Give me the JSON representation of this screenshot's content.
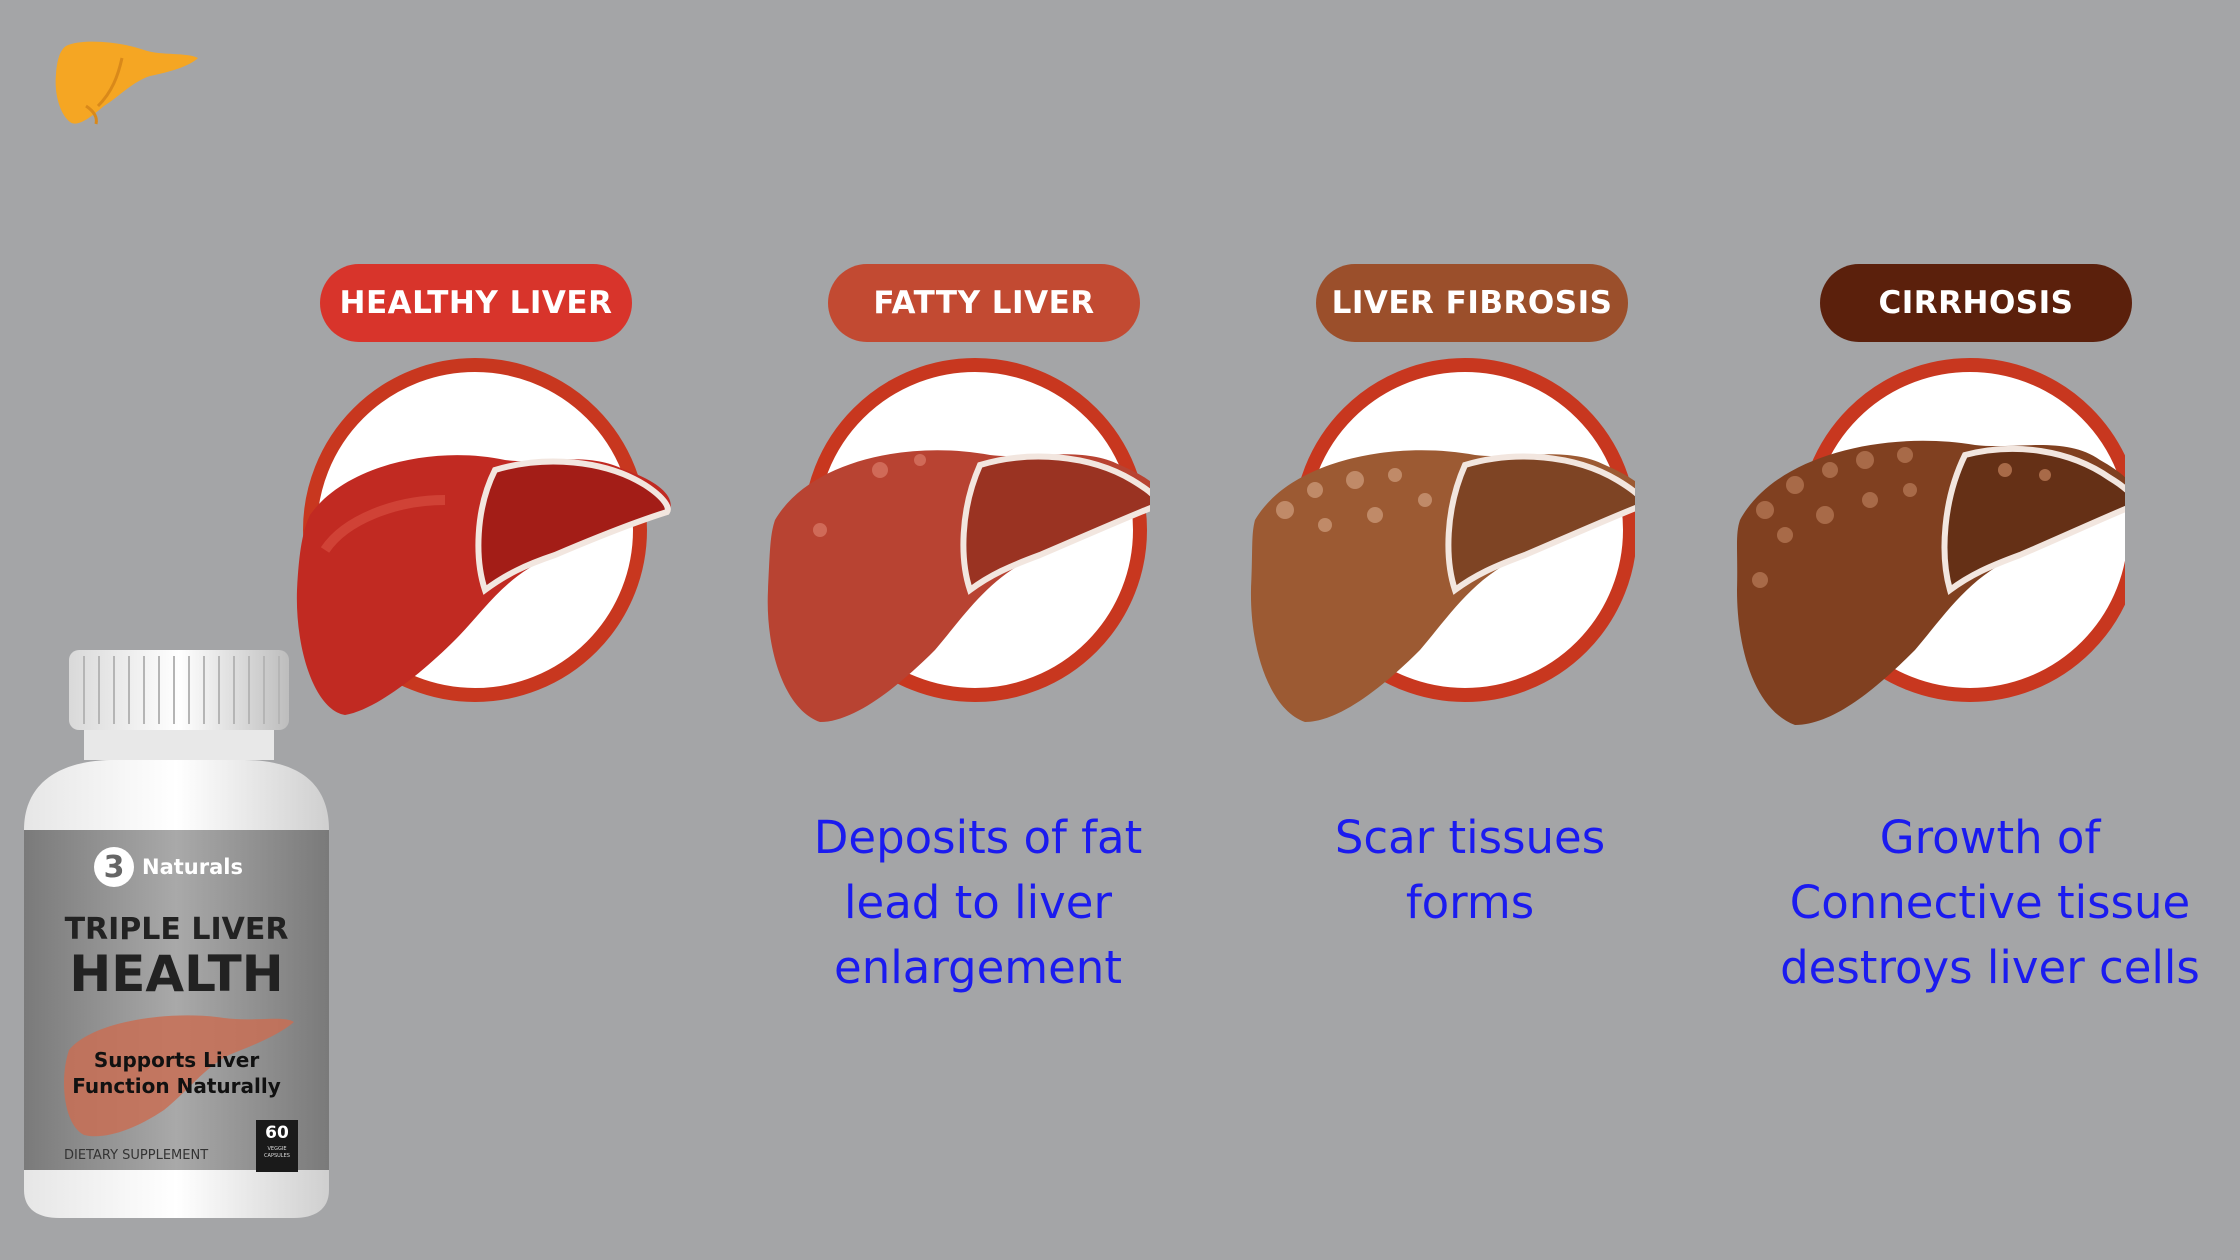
{
  "stages": [
    {
      "label": "HEALTHY LIVER",
      "color": "#d8342b"
    },
    {
      "label": "FATTY LIVER",
      "color": "#c24a32"
    },
    {
      "label": "LIVER FIBROSIS",
      "color": "#9b4f2b"
    },
    {
      "label": "CIRRHOSIS",
      "color": "#5b200c"
    }
  ],
  "descriptions": {
    "fatty": "Deposits of fat\nlead to liver\nenlargement",
    "fibrosis": "Scar tissues\nforms",
    "cirrhosis": "Growth of\nConnective tissue\ndestroys liver cells"
  },
  "product": {
    "brand_number": "3",
    "brand_name": "Naturals",
    "title_line1": "TRIPLE LIVER",
    "title_line2": "HEALTH",
    "tagline_line1": "Supports Liver",
    "tagline_line2": "Function Naturally",
    "footer": "DIETARY SUPPLEMENT",
    "count": "60",
    "count_unit": "VEGGIE CAPSULES"
  },
  "colors": {
    "background": "#a4a5a7",
    "description_text": "#1b1bef",
    "logo": "#f5a623",
    "ring": "#c8371f"
  }
}
